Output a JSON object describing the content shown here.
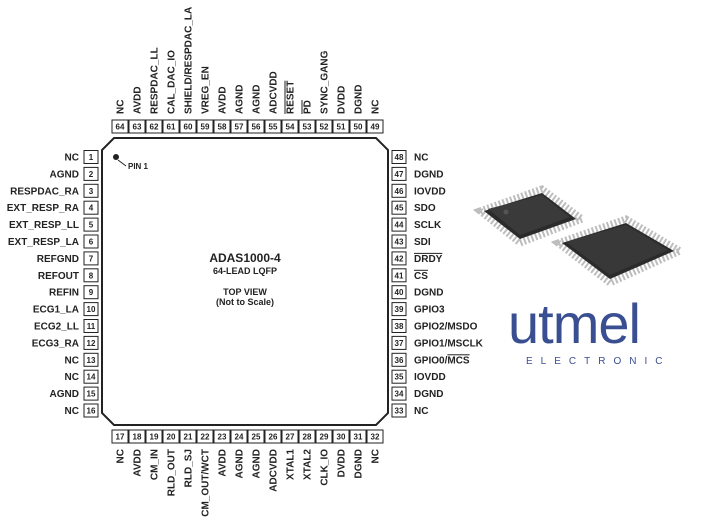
{
  "chip": {
    "part_number": "ADAS1000-4",
    "package": "64-LEAD LQFP",
    "view_line1": "TOP VIEW",
    "view_line2": "(Not to Scale)",
    "pin1_marker": "PIN 1"
  },
  "pins": {
    "left": [
      {
        "num": "1",
        "name": "NC"
      },
      {
        "num": "2",
        "name": "AGND"
      },
      {
        "num": "3",
        "name": "RESPDAC_RA"
      },
      {
        "num": "4",
        "name": "EXT_RESP_RA"
      },
      {
        "num": "5",
        "name": "EXT_RESP_LL"
      },
      {
        "num": "6",
        "name": "EXT_RESP_LA"
      },
      {
        "num": "7",
        "name": "REFGND"
      },
      {
        "num": "8",
        "name": "REFOUT"
      },
      {
        "num": "9",
        "name": "REFIN"
      },
      {
        "num": "10",
        "name": "ECG1_LA"
      },
      {
        "num": "11",
        "name": "ECG2_LL"
      },
      {
        "num": "12",
        "name": "ECG3_RA"
      },
      {
        "num": "13",
        "name": "NC"
      },
      {
        "num": "14",
        "name": "NC"
      },
      {
        "num": "15",
        "name": "AGND"
      },
      {
        "num": "16",
        "name": "NC"
      }
    ],
    "bottom": [
      {
        "num": "17",
        "name": "NC"
      },
      {
        "num": "18",
        "name": "AVDD"
      },
      {
        "num": "19",
        "name": "CM_IN"
      },
      {
        "num": "20",
        "name": "RLD_OUT"
      },
      {
        "num": "21",
        "name": "RLD_SJ"
      },
      {
        "num": "22",
        "name": "CM_OUT/WCT"
      },
      {
        "num": "23",
        "name": "AVDD"
      },
      {
        "num": "24",
        "name": "AGND"
      },
      {
        "num": "25",
        "name": "AGND"
      },
      {
        "num": "26",
        "name": "ADCVDD"
      },
      {
        "num": "27",
        "name": "XTAL1"
      },
      {
        "num": "28",
        "name": "XTAL2"
      },
      {
        "num": "29",
        "name": "CLK_IO"
      },
      {
        "num": "30",
        "name": "DVDD"
      },
      {
        "num": "31",
        "name": "DGND"
      },
      {
        "num": "32",
        "name": "NC"
      }
    ],
    "right": [
      {
        "num": "48",
        "name": "NC"
      },
      {
        "num": "47",
        "name": "DGND"
      },
      {
        "num": "46",
        "name": "IOVDD"
      },
      {
        "num": "45",
        "name": "SDO"
      },
      {
        "num": "44",
        "name": "SCLK"
      },
      {
        "num": "43",
        "name": "SDI"
      },
      {
        "num": "42",
        "name": "DRDY",
        "overline": "DRDY"
      },
      {
        "num": "41",
        "name": "CS",
        "overline": "CS"
      },
      {
        "num": "40",
        "name": "DGND"
      },
      {
        "num": "39",
        "name": "GPIO3"
      },
      {
        "num": "38",
        "name": "GPIO2/MSDO"
      },
      {
        "num": "37",
        "name": "GPIO1/MSCLK"
      },
      {
        "num": "36",
        "name": "GPIO0/MCS",
        "prefix": "GPIO0/",
        "overline": "MCS"
      },
      {
        "num": "35",
        "name": "IOVDD"
      },
      {
        "num": "34",
        "name": "DGND"
      },
      {
        "num": "33",
        "name": "NC"
      }
    ],
    "top": [
      {
        "num": "64",
        "name": "NC"
      },
      {
        "num": "63",
        "name": "AVDD"
      },
      {
        "num": "62",
        "name": "RESPDAC_LL"
      },
      {
        "num": "61",
        "name": "CAL_DAC_IO"
      },
      {
        "num": "60",
        "name": "SHIELD/RESPDAC_LA"
      },
      {
        "num": "59",
        "name": "VREG_EN"
      },
      {
        "num": "58",
        "name": "AVDD"
      },
      {
        "num": "57",
        "name": "AGND"
      },
      {
        "num": "56",
        "name": "AGND"
      },
      {
        "num": "55",
        "name": "ADCVDD"
      },
      {
        "num": "54",
        "name": "RESET",
        "overline": "RESET"
      },
      {
        "num": "53",
        "name": "PD",
        "overline": "PD"
      },
      {
        "num": "52",
        "name": "SYNC_GANG"
      },
      {
        "num": "51",
        "name": "DVDD"
      },
      {
        "num": "50",
        "name": "DGND"
      },
      {
        "num": "49",
        "name": "NC"
      }
    ]
  },
  "logo": {
    "brand": "utmel",
    "tagline": "ELECTRONIC"
  },
  "colors": {
    "ink": "#222222",
    "logo": "#3a4f91",
    "chip_body": "#2b2b2b",
    "chip_leads": "#b8b8b8"
  }
}
